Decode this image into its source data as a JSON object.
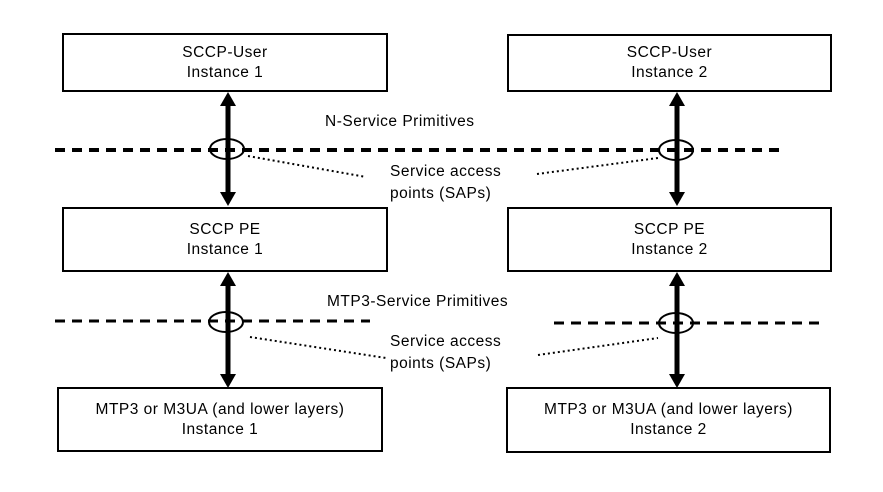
{
  "diagram": {
    "colors": {
      "line": "#000000",
      "background": "#ffffff"
    },
    "boxes": [
      {
        "title": "SCCP-User",
        "instance": "Instance 1"
      },
      {
        "title": "SCCP-User",
        "instance": "Instance 2"
      },
      {
        "title": "SCCP PE",
        "instance": "Instance 1"
      },
      {
        "title": "SCCP PE",
        "instance": "Instance 2"
      },
      {
        "title": "MTP3 or M3UA (and lower layers)",
        "instance": "Instance 1"
      },
      {
        "title": "MTP3 or M3UA (and lower layers)",
        "instance": "Instance 2"
      }
    ],
    "labels": {
      "n_service_primitives": "N-Service Primitives",
      "mtp3_service_primitives": "MTP3-Service Primitives",
      "sap_upper": {
        "line1": "Service access",
        "line2": "points (SAPs)"
      },
      "sap_lower": {
        "line1": "Service access",
        "line2": "points (SAPs)"
      }
    }
  }
}
